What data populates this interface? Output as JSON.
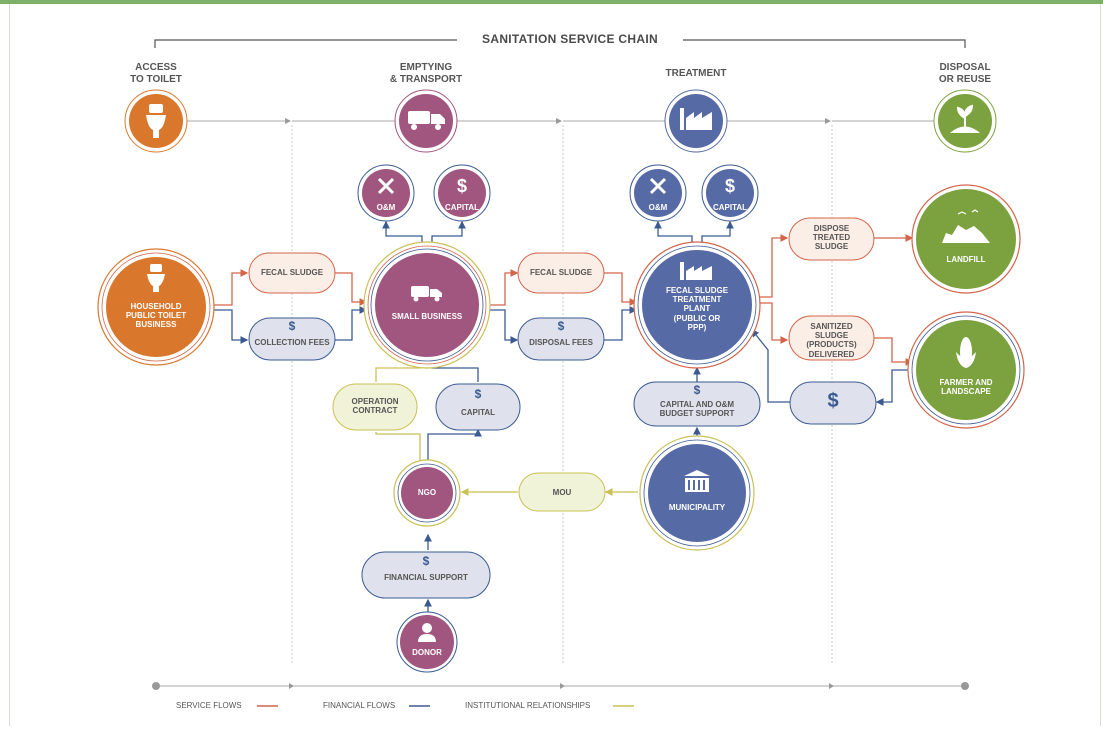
{
  "title": "SANITATION SERVICE CHAIN",
  "stages": {
    "access": "ACCESS\nTO TOILET",
    "emptying": "EMPTYING\n& TRANSPORT",
    "treatment": "TREATMENT",
    "disposal": "DISPOSAL\nOR REUSE"
  },
  "nodes": {
    "household": "HOUSEHOLD\nPUBLIC TOILET\nBUSINESS",
    "small_business": "SMALL BUSINESS",
    "om_1": "O&M",
    "capital_1": "CAPITAL",
    "fecal_sludge_1": "FECAL SLUDGE",
    "collection_fees": "COLLECTION FEES",
    "fecal_sludge_2": "FECAL SLUDGE",
    "disposal_fees": "DISPOSAL FEES",
    "treatment_plant": "FECAL SLUDGE\nTREATMENT\nPLANT\n(PUBLIC OR\nPPP)",
    "om_2": "O&M",
    "capital_2": "CAPITAL",
    "dispose_treated": "DISPOSE\nTREATED\nSLUDGE",
    "sanitized_sludge": "SANITIZED\nSLUDGE (PRODUCTS)\nDELIVERED",
    "landfill": "LANDFILL",
    "farmer": "FARMER AND\nLANDSCAPE",
    "dollar": "$",
    "operation_contract": "OPERATION\nCONTRACT",
    "capital_3": "CAPITAL",
    "capital_budget": "CAPITAL AND O&M\nBUDGET SUPPORT",
    "ngo": "NGO",
    "mou": "MOU",
    "municipality": "MUNICIPALITY",
    "financial_support": "FINANCIAL SUPPORT",
    "donor": "DONOR"
  },
  "legend": {
    "service": "SERVICE FLOWS",
    "financial": "FINANCIAL FLOWS",
    "institutional": "INSTITUTIONAL RELATIONSHIPS"
  },
  "colors": {
    "orange": "#d9782c",
    "purple": "#a0567f",
    "blue": "#566aa5",
    "green": "#7ba23f",
    "service_flow": "#d2654a",
    "financial_flow": "#3b5a91",
    "institutional_flow": "#c9c055",
    "pill_pink": "#fbeee6",
    "pill_blue": "#dfe2ec",
    "pill_green": "#f1f3d8"
  },
  "icons": {
    "toilet": "toilet-icon",
    "truck": "truck-icon",
    "factory": "factory-icon",
    "plant": "plant-icon",
    "tools": "wrench-screwdriver-icon",
    "dollar": "dollar-icon",
    "landfill": "landfill-icon",
    "corn": "corn-icon",
    "building": "building-icon",
    "person": "person-icon"
  }
}
